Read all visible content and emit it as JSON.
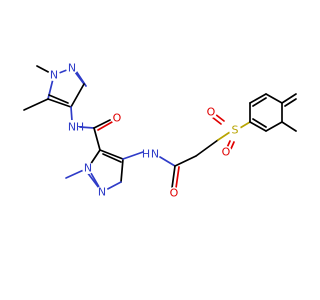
{
  "atom_labels": {
    "N1": "N",
    "N2": "N",
    "NH1_N": "N",
    "NH1_H": "H",
    "O1": "O",
    "NH2_N": "N",
    "NH2_H": "H",
    "N3": "N",
    "N4": "N",
    "O2": "O",
    "S": "S",
    "O3": "O",
    "O4": "O"
  },
  "colors": {
    "carbon": "#000000",
    "nitrogen": "#2f3cc8",
    "oxygen": "#e00000",
    "sulfur": "#b8a400",
    "background": "#ffffff"
  }
}
